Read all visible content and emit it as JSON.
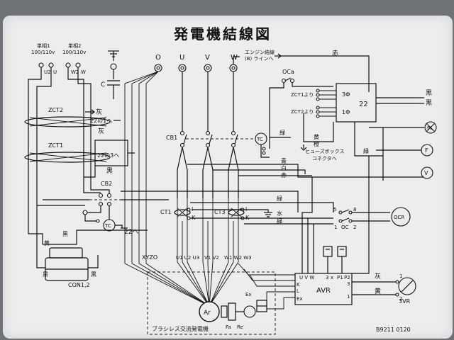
{
  "title": "発電機結線図",
  "serial": "B9211 0120",
  "labels": {
    "recep1": "単相1",
    "recep1_v": "100/110v",
    "recep2": "単相2",
    "recep2_v": "100/110v",
    "u2": "U2",
    "u": "U",
    "w2": "W2",
    "w": "W",
    "ground_c": "C",
    "term_o": "O",
    "term_u": "U",
    "term_v": "V",
    "term_w": "W",
    "engine_line1": "エンジン結線",
    "engine_line2": "(B) ラインへ",
    "red_top": "赤",
    "oca": "OCa",
    "zct1_from": "ZCT1より",
    "zct2_from": "ZCT2より",
    "phase3": "3Φ",
    "phase1": "1Φ",
    "unit22": "22",
    "black1": "黒",
    "black2": "黒",
    "zct2": "ZCT2",
    "zct1": "ZCT1",
    "gray_a": "灰",
    "to_22b": "22の1へ",
    "gray_b": "灰",
    "to_22c": "22の3へ",
    "black_a": "黒",
    "cb1": "CB1",
    "tc_top": "TC",
    "green_a": "緑",
    "yellow_a": "黄",
    "orange_a": "橙",
    "fuse_box1": "ヒューズボックス",
    "fuse_box2": "コネクタへ",
    "green_b": "緑",
    "blue_a": "青",
    "white_a": "白",
    "red_a": "赤",
    "gauge_pl": "PL",
    "gauge_f": "F",
    "gauge_v": "V",
    "cb2": "CB2",
    "tc_bottom": "TC",
    "to_22": "22へ",
    "ct1": "CT1",
    "ct3": "CT3",
    "l1": "l",
    "k1": "K",
    "l2": "l",
    "k2": "K",
    "green_c": "緑",
    "water": "水",
    "green_d": "緑",
    "oc_num5": "5",
    "oc_num8": "8",
    "oc_num1": "1",
    "oc_label": "OC",
    "oc_num2": "2",
    "ocr": "OCR",
    "black_c": "黒",
    "yellow_b": "黄",
    "black_d": "黒",
    "black_e": "黒",
    "con": "CON1,2",
    "xyzo": "XYZO",
    "uvw1": "U1 U2 U3",
    "uvw2": "V1 V2",
    "uvw3": "W1 W2 W3",
    "ar": "Ar",
    "ex": "Ex",
    "fa": "Fa",
    "re": "Re",
    "gen_name": "ブラシレス交流発電機",
    "avr": "AVR",
    "avr_uvw": "U V W",
    "avr_3": "3",
    "avr_x": "x",
    "avr_p1": "P1",
    "avr_p2": "P2",
    "avr_k": "K",
    "avr_l": "L",
    "avr_ex": "Ex",
    "avr_num3": "3",
    "avr_num1": "1",
    "gray_c": "灰",
    "yellow_c": "黄",
    "vr": "3VR",
    "vr1": "1",
    "vr2": "2"
  }
}
